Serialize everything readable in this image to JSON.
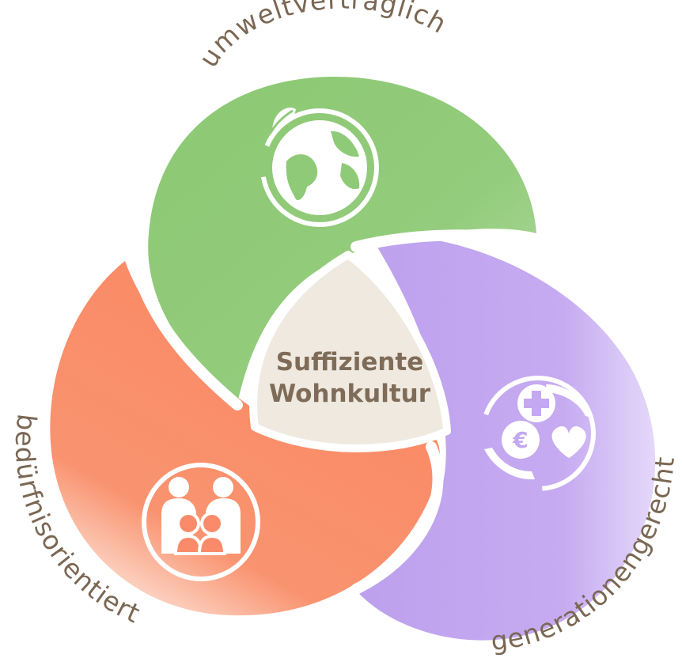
{
  "center": {
    "line1": "Suffiziente",
    "line2": "Wohnkultur"
  },
  "segments": [
    {
      "id": "green",
      "label": "umweltverträglich",
      "icon": "globe-leaf-icon",
      "color": "#8fca78"
    },
    {
      "id": "purple",
      "label": "generationengerecht",
      "icon": "care-hands-icon",
      "color": "#c4a8f0"
    },
    {
      "id": "orange",
      "label": "bedürfnisorientiert",
      "icon": "family-icon",
      "color": "#f98b6a"
    }
  ],
  "colors": {
    "center_fill": "#efe9df",
    "label_text": "#7a6753",
    "center_text": "#7f6c58",
    "background": "#ffffff"
  }
}
